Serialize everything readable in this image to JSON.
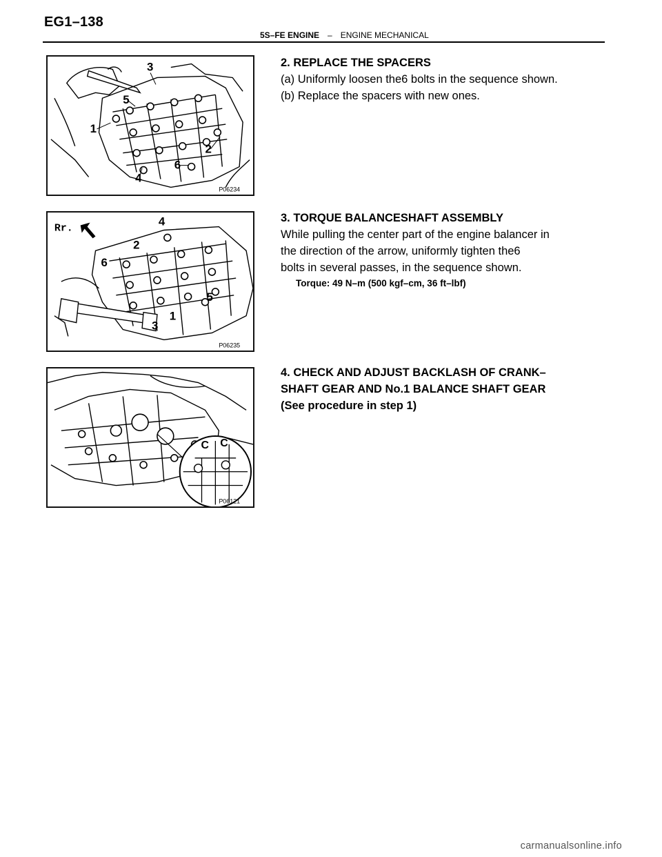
{
  "header": {
    "page_id": "EG1–138",
    "section_bold": "5S–FE ENGINE",
    "section_dash": "–",
    "section_name": "ENGINE MECHANICAL"
  },
  "steps": [
    {
      "title": "2. REPLACE THE SPACERS",
      "lines": [
        "(a) Uniformly loosen the6 bolts in the sequence shown.",
        "(b) Replace the spacers with new ones."
      ],
      "figure": {
        "code": "P06234",
        "labels": [
          "1",
          "2",
          "3",
          "4",
          "5",
          "6"
        ]
      }
    },
    {
      "title": "3. TORQUE BALANCESHAFT ASSEMBLY",
      "lines": [
        "While pulling the center part of the engine balancer in",
        "the direction of the arrow, uniformly tighten the6",
        "bolts in several passes, in the sequence shown."
      ],
      "torque": "Torque: 49 N–m (500 kgf–cm, 36 ft–lbf)",
      "figure": {
        "code": "P06235",
        "direction_label": "Rr.",
        "labels": [
          "1",
          "2",
          "3",
          "4",
          "5",
          "6"
        ]
      }
    },
    {
      "title_lines": [
        "4. CHECK AND ADJUST BACKLASH OF CRANK–",
        "SHAFT GEAR AND No.1 BALANCE SHAFT GEAR",
        "(See procedure in step 1)"
      ],
      "figure": {
        "code": "P06121",
        "mark_label": "C"
      }
    }
  ],
  "footer": {
    "watermark": "carmanualsonline.info"
  }
}
